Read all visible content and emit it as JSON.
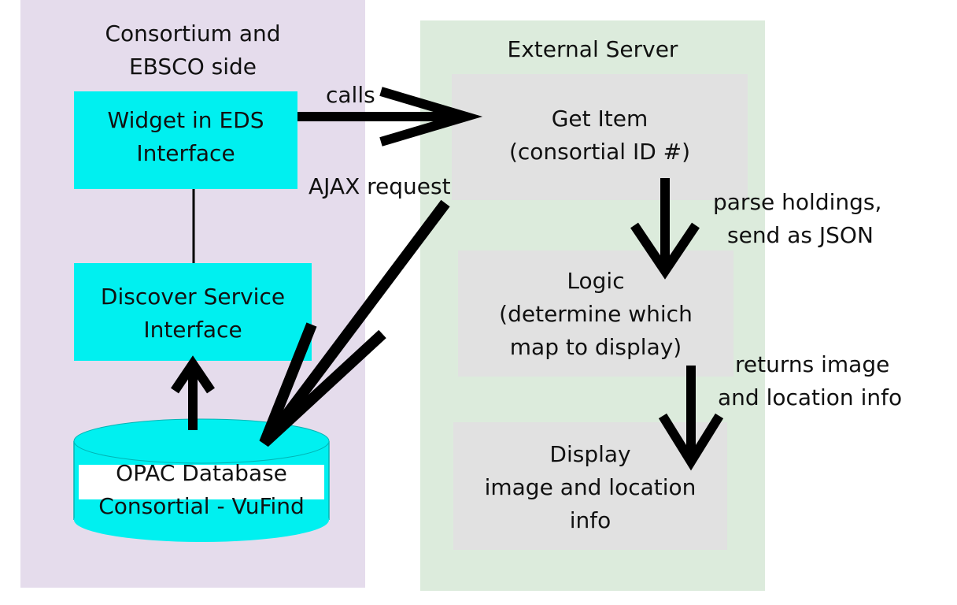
{
  "left_panel": {
    "title_line1": "Consortium and",
    "title_line2": "EBSCO side",
    "widget_box": {
      "line1": "Widget in EDS",
      "line2": "Interface"
    },
    "discover_box": {
      "line1": "Discover Service",
      "line2": "Interface"
    },
    "database": {
      "line1": "OPAC Database",
      "line2": "Consortial - VuFind"
    }
  },
  "right_panel": {
    "title": "External Server",
    "get_item_box": {
      "line1": "Get Item",
      "line2": "(consortial ID #)"
    },
    "logic_box": {
      "line1": "Logic",
      "line2": "(determine which",
      "line3": "map to display)"
    },
    "display_box": {
      "line1": "Display",
      "line2": "image and location",
      "line3": "info"
    }
  },
  "edge_labels": {
    "calls": "calls",
    "ajax": "AJAX request",
    "parse_line1": "parse holdings,",
    "parse_line2": "send as JSON",
    "returns_line1": "returns image",
    "returns_line2": "and location info"
  },
  "colors": {
    "left_panel": "#e5dcec",
    "right_panel": "#dcebdc",
    "cyan_box": "#00f0f0",
    "gray_box": "#e1e1e1",
    "arrow": "#000000"
  }
}
